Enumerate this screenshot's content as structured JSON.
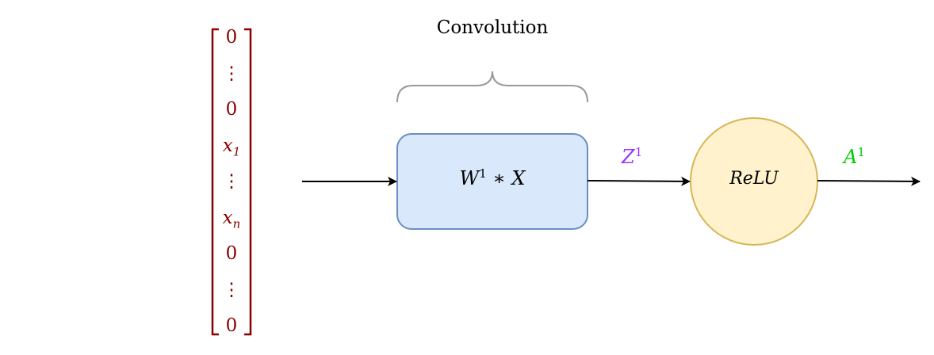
{
  "diagram": {
    "convolution_label": "Convolution",
    "vector": {
      "entries": [
        {
          "base": "0",
          "sub": ""
        },
        {
          "base": "⋮",
          "sub": ""
        },
        {
          "base": "0",
          "sub": ""
        },
        {
          "base": "x",
          "sub": "1"
        },
        {
          "base": "⋮",
          "sub": ""
        },
        {
          "base": "x",
          "sub": "n"
        },
        {
          "base": "0",
          "sub": ""
        },
        {
          "base": "⋮",
          "sub": ""
        },
        {
          "base": "0",
          "sub": ""
        }
      ]
    },
    "conv_box": {
      "w": "W",
      "w_sup": "1",
      "op": "∗",
      "x": "X"
    },
    "z_label": {
      "base": "Z",
      "sup": "1"
    },
    "relu_label": "ReLU",
    "a_label": {
      "base": "A",
      "sup": "1"
    },
    "colors": {
      "vector": "#8b0000",
      "box_fill": "#dae8fc",
      "box_stroke": "#6c8ebf",
      "circle_fill": "#fff2cc",
      "circle_stroke": "#d6b656",
      "z_color": "#9933ff",
      "a_color": "#00cc00",
      "brace": "#999999",
      "arrow": "#000000"
    }
  }
}
